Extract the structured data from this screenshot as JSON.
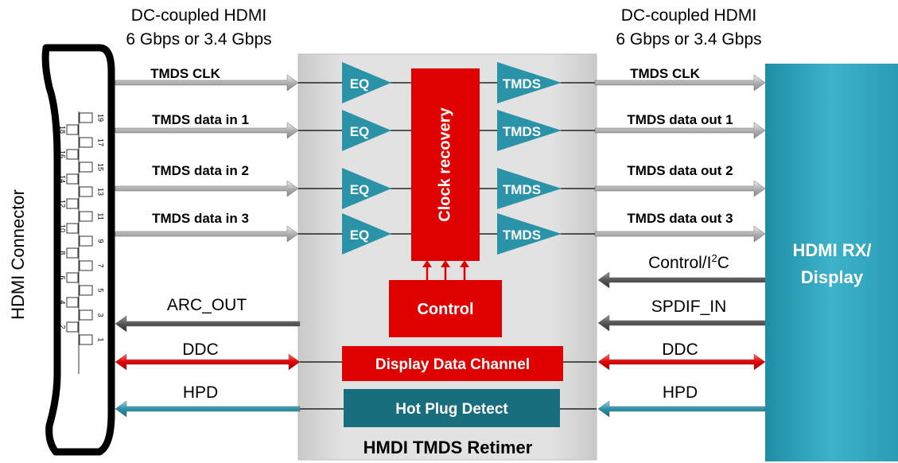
{
  "connector": {
    "title": "HDMI Connector",
    "pins_top": [
      "19",
      "17",
      "15",
      "13",
      "11",
      "9",
      "7",
      "5",
      "3",
      "1"
    ],
    "pins_bottom": [
      "18",
      "16",
      "14",
      "12",
      "10",
      "8",
      "6",
      "4",
      "2"
    ]
  },
  "left_header": {
    "line1": "DC-coupled HDMI",
    "line2": "6 Gbps or 3.4 Gbps"
  },
  "right_header": {
    "line1": "DC-coupled HDMI",
    "line2": "6 Gbps or 3.4 Gbps"
  },
  "inputs": [
    "TMDS CLK",
    "TMDS data in 1",
    "TMDS data in 2",
    "TMDS data in 3"
  ],
  "outputs": [
    "TMDS CLK",
    "TMDS data out 1",
    "TMDS data out 2",
    "TMDS data out 3"
  ],
  "eq_label": "EQ",
  "tmds_label": "TMDS",
  "clock_recovery": "Clock recovery",
  "control": "Control",
  "display_data_channel": "Display Data Channel",
  "hot_plug_detect": "Hot Plug Detect",
  "retimer_title": "HMDI TMDS Retimer",
  "left_signals": {
    "arc_out": "ARC_OUT",
    "ddc": "DDC",
    "hpd": "HPD"
  },
  "right_signals": {
    "control_i2c_prefix": "Control/I",
    "control_i2c_sup": "2",
    "control_i2c_suffix": "C",
    "spdif_in": "SPDIF_IN",
    "ddc": "DDC",
    "hpd": "HPD"
  },
  "rx_display": {
    "line1": "HDMI RX/",
    "line2": "Display"
  },
  "colors": {
    "teal": "#2A93A8",
    "red": "#E00000",
    "dark_teal": "#196E7E",
    "rx_teal": "#36A9BF",
    "retimer_gray": "#D9D9D9"
  }
}
